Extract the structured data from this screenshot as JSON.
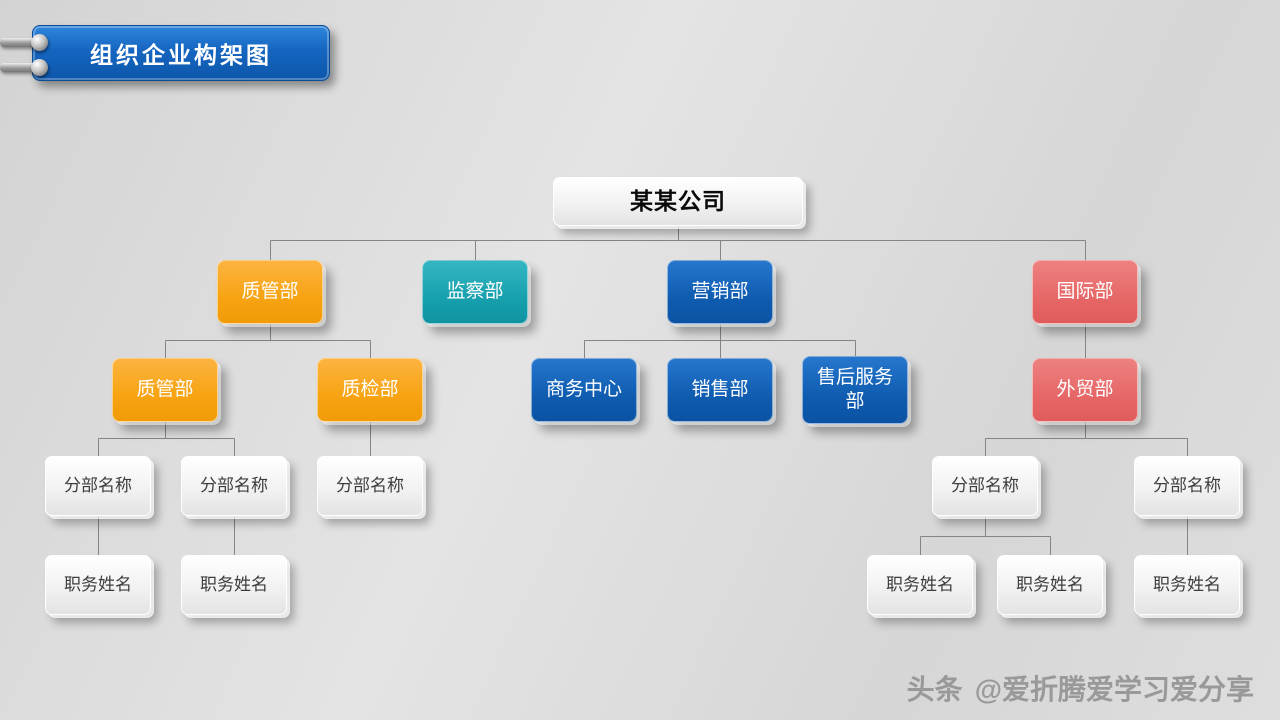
{
  "title_badge": {
    "label": "组织企业构架图"
  },
  "watermark": {
    "brand": "头条",
    "handle": "@爱折腾爱学习爱分享"
  },
  "palette": {
    "orange": "#F7A312",
    "teal": "#17A0AE",
    "blue": "#0F5CB0",
    "red": "#E66767",
    "badge_blue": "#1565C0",
    "connector_gray": "#858585",
    "background_gray": "#DADADA"
  },
  "chart_data": {
    "type": "org-tree",
    "tree": {
      "label": "某某公司",
      "children": [
        {
          "label": "质管部",
          "color": "orange",
          "children": [
            {
              "label": "质管部",
              "color": "orange",
              "children": [
                {
                  "label": "分部名称",
                  "children": [
                    {
                      "label": "职务姓名"
                    }
                  ]
                },
                {
                  "label": "分部名称",
                  "children": [
                    {
                      "label": "职务姓名"
                    }
                  ]
                }
              ]
            },
            {
              "label": "质检部",
              "color": "orange",
              "children": [
                {
                  "label": "分部名称"
                }
              ]
            }
          ]
        },
        {
          "label": "监察部",
          "color": "teal"
        },
        {
          "label": "营销部",
          "color": "blue",
          "children": [
            {
              "label": "商务中心",
              "color": "blue"
            },
            {
              "label": "销售部",
              "color": "blue"
            },
            {
              "label": "售后服务部",
              "color": "blue"
            }
          ]
        },
        {
          "label": "国际部",
          "color": "red",
          "children": [
            {
              "label": "外贸部",
              "color": "red",
              "children": [
                {
                  "label": "分部名称",
                  "children": [
                    {
                      "label": "职务姓名"
                    },
                    {
                      "label": "职务姓名"
                    }
                  ]
                },
                {
                  "label": "分部名称",
                  "children": [
                    {
                      "label": "职务姓名"
                    }
                  ]
                }
              ]
            }
          ]
        }
      ]
    }
  }
}
